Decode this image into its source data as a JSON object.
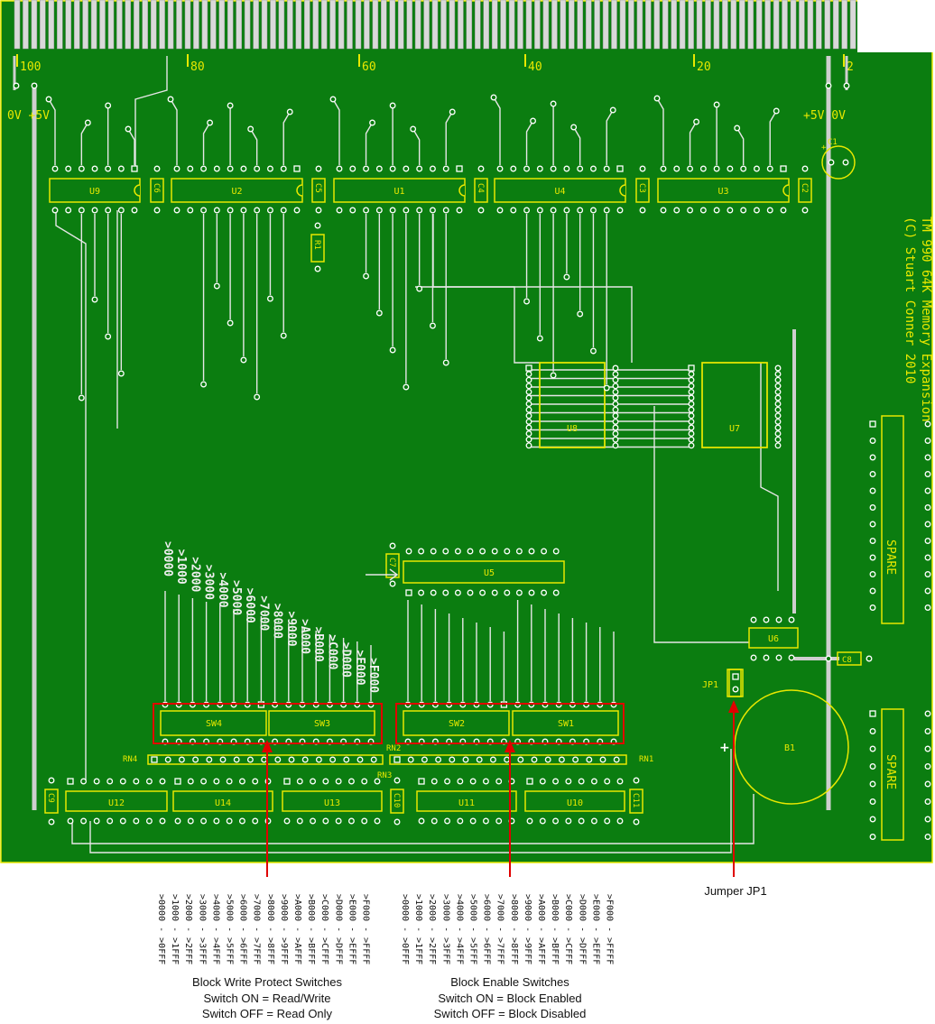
{
  "board": {
    "title_line1": "TM 990 64K Memory Expansion",
    "title_line2": "(C) Stuart Conner 2010",
    "edge_numbers": [
      "100",
      "80",
      "60",
      "40",
      "20",
      "2"
    ],
    "left_power": "0V +5V",
    "right_power": "+5V  0V",
    "chips": [
      "U9",
      "U2",
      "U1",
      "U4",
      "U3",
      "U8",
      "U7",
      "U5",
      "U6",
      "U12",
      "U14",
      "U13",
      "U11",
      "U10",
      "SW4",
      "SW3",
      "SW2",
      "SW1"
    ],
    "caps": [
      "C6",
      "C5",
      "C4",
      "C3",
      "C2",
      "C1",
      "C7",
      "C8",
      "C9",
      "C10",
      "C11"
    ],
    "resistors": [
      "R1",
      "RN1",
      "RN2",
      "RN3",
      "RN4"
    ],
    "spare_label": "SPARE",
    "battery_label": "B1",
    "jumper_label": "JP1",
    "plus_sign": "+",
    "address_labels": [
      ">0000",
      ">1000",
      ">2000",
      ">3000",
      ">4000",
      ">5000",
      ">6000",
      ">7000",
      ">8000",
      ">9000",
      ">A000",
      ">B000",
      ">C000",
      ">D000",
      ">E000",
      ">F000"
    ]
  },
  "annotations": {
    "ranges": [
      ">0000 - >0FFF",
      ">1000 - >1FFF",
      ">2000 - >2FFF",
      ">3000 - >3FFF",
      ">4000 - >4FFF",
      ">5000 - >5FFF",
      ">6000 - >6FFF",
      ">7000 - >7FFF",
      ">8000 - >8FFF",
      ">9000 - >9FFF",
      ">A000 - >AFFF",
      ">B000 - >BFFF",
      ">C000 - >CFFF",
      ">D000 - >DFFF",
      ">E000 - >EFFF",
      ">F000 - >FFFF"
    ],
    "jumper_caption": "Jumper JP1",
    "write_protect": {
      "title": "Block Write Protect Switches",
      "on": "Switch ON = Read/Write",
      "off": "Switch OFF = Read Only"
    },
    "block_enable": {
      "title": "Block Enable Switches",
      "on": "Switch ON = Block Enabled",
      "off": "Switch OFF = Block Disabled"
    }
  },
  "colors": {
    "board": "#0b7d10",
    "silkscreen": "#e8e800",
    "trace": "#e6e6e6",
    "highlight": "#e00000"
  }
}
